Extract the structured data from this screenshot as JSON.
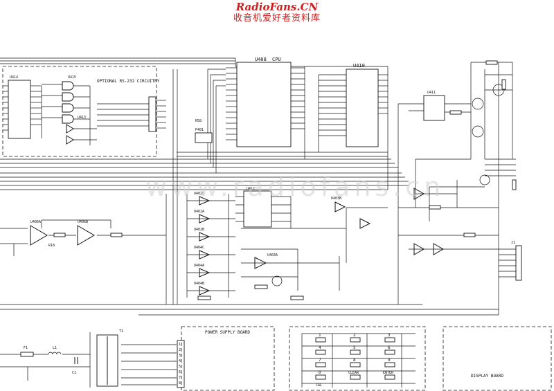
{
  "header": {
    "site_title": "RadioFans.CN",
    "site_subtitle": "收音机爱好者资料库"
  },
  "watermark": "www.radiofans.cn",
  "blocks": {
    "rs232_label": "OPTIONAL RS-232 CIRCUITRY",
    "power_label": "POWER SUPPLY BOARD",
    "display_label": "DISPLAY BOARD"
  },
  "chips": {
    "cpu_ref": "U408",
    "cpu_name": "CPU",
    "u413": "U413",
    "u414": "U414",
    "u415": "U415",
    "u410": "U410",
    "u411": "U411",
    "u412": "U412"
  },
  "amps": [
    "U402C",
    "U402A",
    "U402B",
    "U404C",
    "U404A",
    "U404B",
    "U403A",
    "U403B",
    "U406A",
    "U406B"
  ],
  "components": [
    "R58",
    "P401",
    "R18",
    "J1",
    "F1",
    "T1",
    "C1",
    "L1"
  ],
  "connector_pins": [
    "1",
    "2",
    "3",
    "4",
    "5",
    "6",
    "7",
    "8"
  ],
  "display_buttons": [
    "1",
    "2",
    "3",
    "4",
    "5",
    "6",
    "7",
    "8",
    "9",
    "0",
    "CLEAR",
    "ENTER",
    "CAL"
  ]
}
